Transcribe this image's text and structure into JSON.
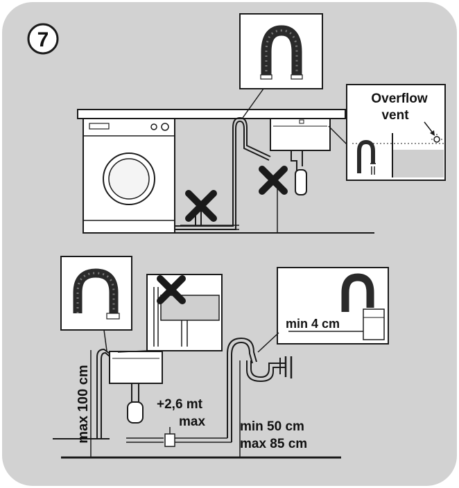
{
  "step": {
    "number": "7"
  },
  "labels": {
    "overflow_line1": "Overflow",
    "overflow_line2": "vent",
    "min_4cm": "min 4 cm",
    "max_100cm": "max 100 cm",
    "extension_line1": "+2,6 mt",
    "extension_line2": "max",
    "min_50cm": "min 50 cm",
    "max_85cm": "max 85 cm"
  },
  "colors": {
    "background": "#d2d2d2",
    "line": "#1a1a1a",
    "box": "#ffffff",
    "hose": "#2a2a2a",
    "water": "#cfcfcf"
  },
  "icons": [
    "u-hose-guide-icon",
    "cross-prohibited-icon",
    "overflow-vent-icon",
    "washing-machine-icon",
    "sink-icon",
    "siphon-icon"
  ]
}
